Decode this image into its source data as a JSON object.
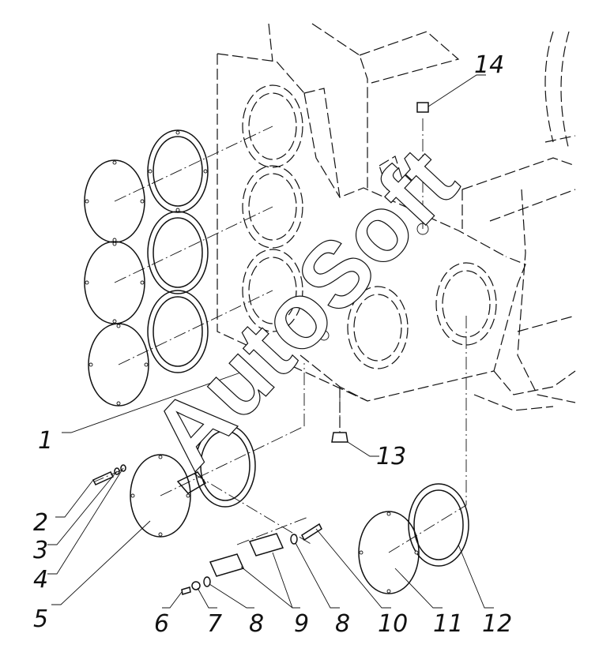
{
  "watermark": "AutoSoft",
  "callouts": [
    {
      "label": "1"
    },
    {
      "label": "2"
    },
    {
      "label": "3"
    },
    {
      "label": "4"
    },
    {
      "label": "5"
    },
    {
      "label": "6"
    },
    {
      "label": "7"
    },
    {
      "label": "8"
    },
    {
      "label": "9"
    },
    {
      "label": "8"
    },
    {
      "label": "10"
    },
    {
      "label": "11"
    },
    {
      "label": "12"
    },
    {
      "label": "13"
    },
    {
      "label": "14"
    }
  ]
}
